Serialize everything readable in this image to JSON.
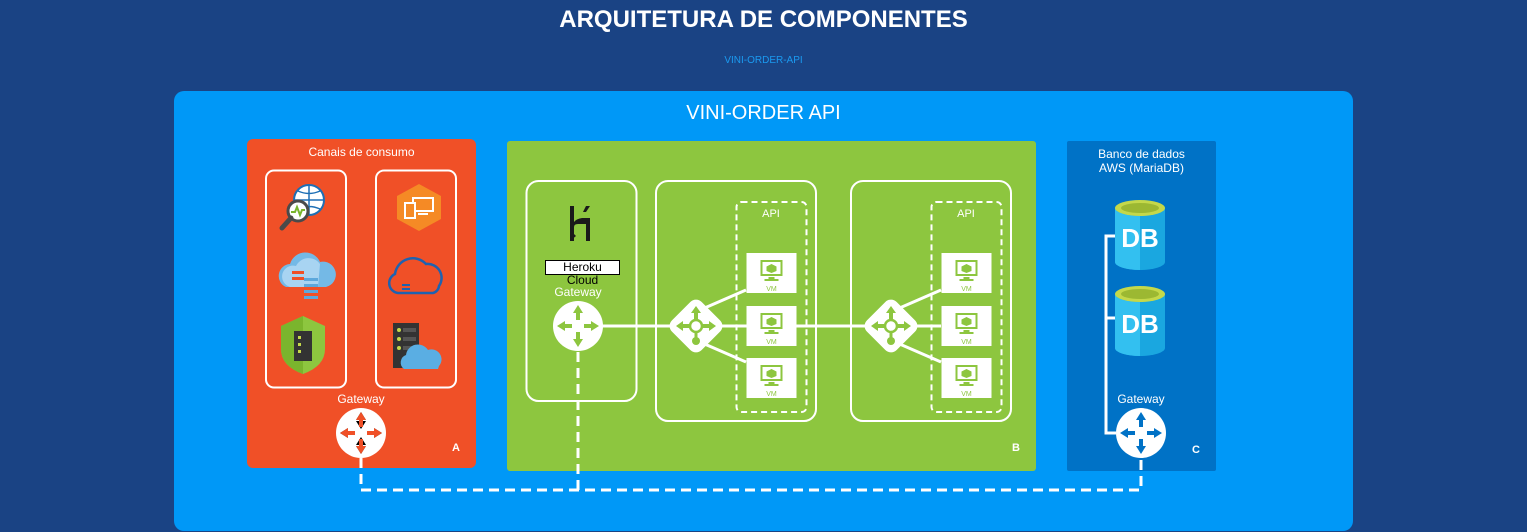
{
  "title": "ARQUITETURA DE COMPONENTES",
  "subtitle": "VINI-ORDER-API",
  "main_panel": {
    "title": "VINI-ORDER API"
  },
  "zone_a": {
    "title": "Canais de consumo",
    "gateway_label": "Gateway",
    "letter": "A",
    "color": "#f05027"
  },
  "zone_b": {
    "heroku_label": "Heroku Cloud",
    "gateway_label": "Gateway",
    "api_label_1": "API",
    "api_label_2": "API",
    "vm_label": "VM",
    "letter": "B",
    "color": "#8dc63f"
  },
  "zone_c": {
    "title_line1": "Banco de dados",
    "title_line2": "AWS (MariaDB)",
    "gateway_label": "Gateway",
    "db_label": "DB",
    "letter": "C",
    "color": "#0072c6"
  },
  "icons": [
    "web-monitor-icon",
    "desktop-network-icon",
    "cloud-storage-icon",
    "cloud-outline-icon",
    "shield-server-icon",
    "server-cloud-icon",
    "heroku-logo-icon",
    "gateway-router-icon",
    "load-balancer-icon",
    "vm-icon",
    "database-icon"
  ],
  "colors": {
    "background": "#1a4384",
    "panel": "#0098f7",
    "link": "#1a9af0"
  }
}
